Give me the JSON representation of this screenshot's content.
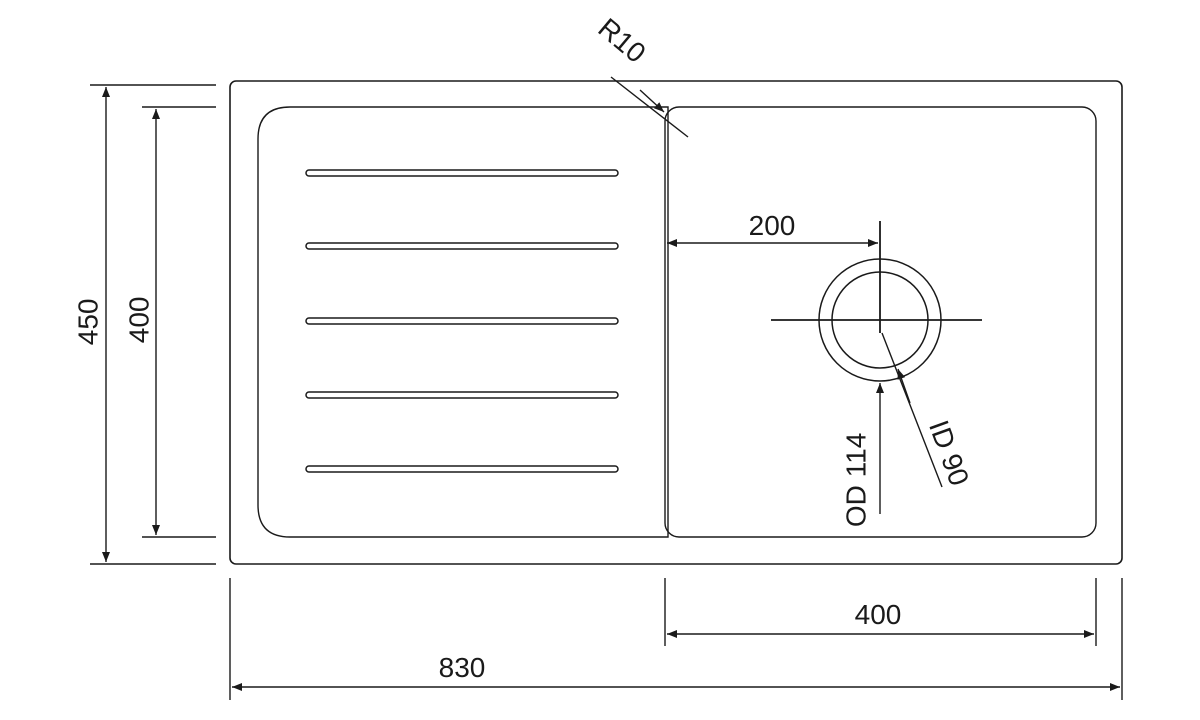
{
  "drawing": {
    "labels": {
      "corner_radius": "R10",
      "drain_offset": "200",
      "outer_height": "450",
      "basin_height": "400",
      "basin_width": "400",
      "overall_width": "830",
      "outer_diameter": "OD 114",
      "inner_diameter": "ID 90"
    },
    "drainboard_groove_count": 5,
    "colors": {
      "line": "#1a1a1a",
      "background": "#ffffff"
    }
  }
}
